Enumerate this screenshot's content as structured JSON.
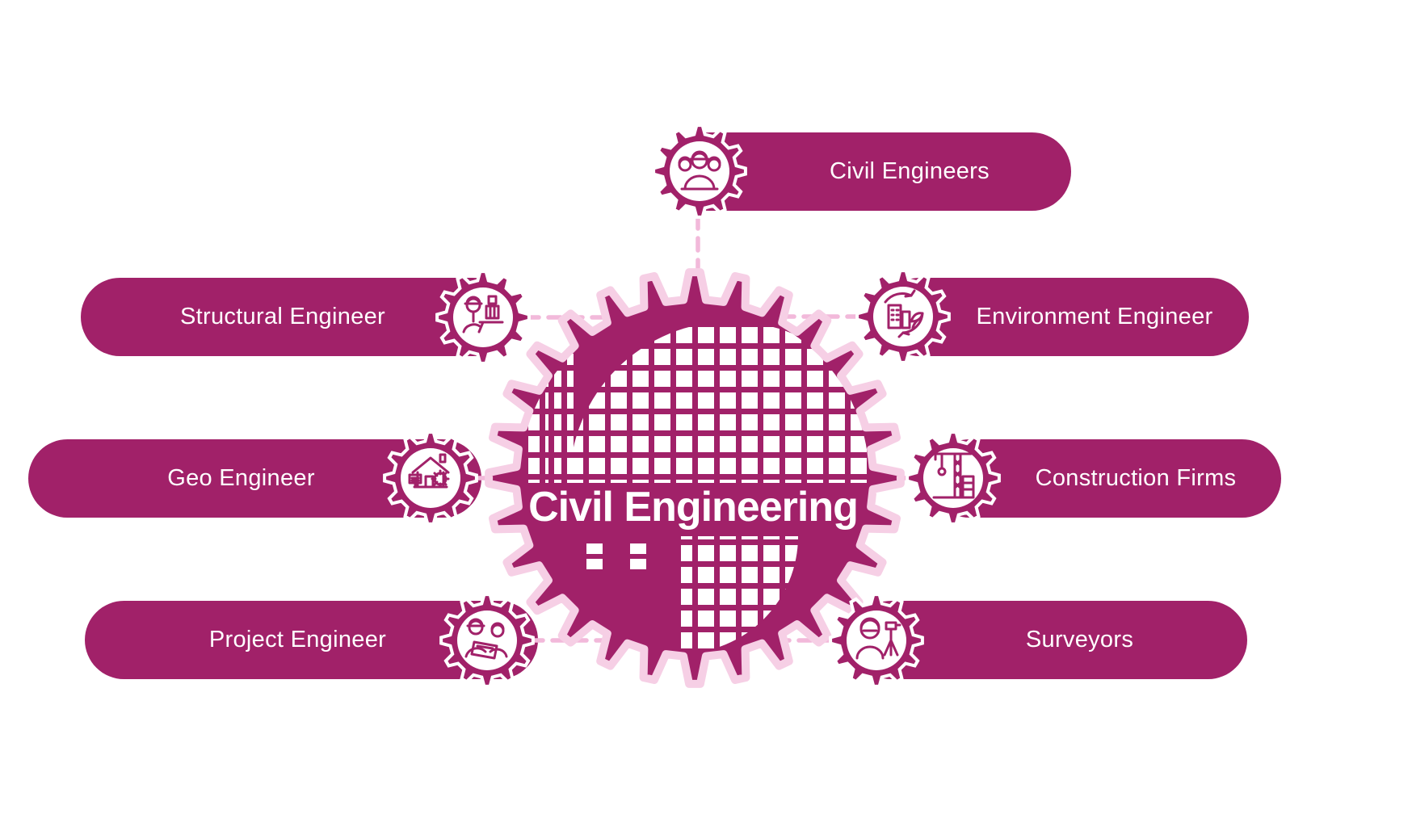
{
  "title": {
    "text": "Civil Engineering"
  },
  "colors": {
    "primary": "#a12169",
    "gear_outline_pink": "#f6cfe5",
    "connector_dash": "#f2b9da",
    "label_text": "#ffffff"
  },
  "nodes": [
    {
      "label": "Civil Engineers",
      "icon": "civil-engineers-icon",
      "position": "top"
    },
    {
      "label": "Structural Engineer",
      "icon": "structural-engineer-icon",
      "position": "left"
    },
    {
      "label": "Environment Engineer",
      "icon": "environment-engineer-icon",
      "position": "right"
    },
    {
      "label": "Geo Engineer",
      "icon": "geo-engineer-icon",
      "position": "left"
    },
    {
      "label": "Construction Firms",
      "icon": "construction-firms-icon",
      "position": "right"
    },
    {
      "label": "Project Engineer",
      "icon": "project-engineer-icon",
      "position": "left"
    },
    {
      "label": "Surveyors",
      "icon": "surveyors-icon",
      "position": "right"
    }
  ]
}
